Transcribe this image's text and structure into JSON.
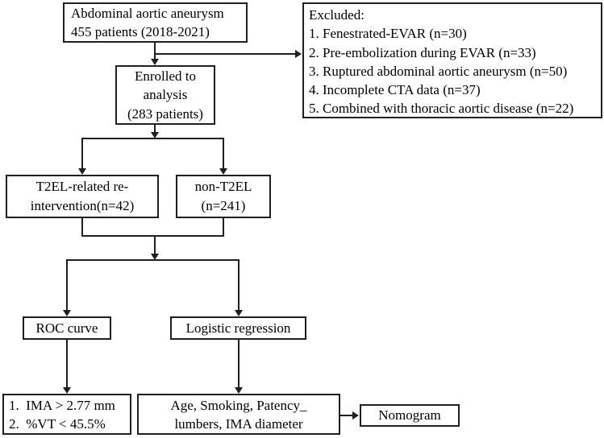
{
  "diagram": {
    "type": "flowchart",
    "colors": {
      "line": "#1f1f1f",
      "border": "#1f1f1f",
      "text": "#000000",
      "background": "#ffffff"
    },
    "nodes": {
      "aortic_aneurysm": {
        "lines": [
          "Abdominal aortic aneurysm",
          "455 patients (2018-2021)"
        ]
      },
      "excluded": {
        "lines": [
          "Excluded:",
          "1. Fenestrated-EVAR (n=30)",
          "2. Pre-embolization during EVAR (n=33)",
          "3. Ruptured abdominal aortic aneurysm (n=50)",
          "4. Incomplete CTA data (n=37)",
          "5. Combined with thoracic aortic disease (n=22)"
        ]
      },
      "enrolled": {
        "lines": [
          "Enrolled to",
          "analysis",
          "(283 patients)"
        ]
      },
      "t2el": {
        "lines": [
          "T2EL-related re-",
          "intervention(n=42)"
        ]
      },
      "non_t2el": {
        "lines": [
          "non-T2EL",
          "(n=241)"
        ]
      },
      "roc": {
        "lines": [
          "ROC curve"
        ]
      },
      "logistic": {
        "lines": [
          "Logistic regression"
        ]
      },
      "criteria": {
        "lines": [
          "1.  IMA > 2.77 mm",
          "2.  %VT < 45.5%"
        ]
      },
      "predictors": {
        "lines": [
          "Age, Smoking, Patency_",
          "lumbers, IMA diameter"
        ]
      },
      "nomogram": {
        "lines": [
          "Nomogram"
        ]
      }
    },
    "edges": [
      {
        "from": "aortic_aneurysm",
        "to": "excluded"
      },
      {
        "from": "aortic_aneurysm",
        "to": "enrolled"
      },
      {
        "from": "enrolled",
        "to": "t2el"
      },
      {
        "from": "enrolled",
        "to": "non_t2el"
      },
      {
        "from": "t2el,non_t2el",
        "to": "roc"
      },
      {
        "from": "t2el,non_t2el",
        "to": "logistic"
      },
      {
        "from": "roc",
        "to": "criteria"
      },
      {
        "from": "logistic",
        "to": "predictors"
      },
      {
        "from": "predictors",
        "to": "nomogram"
      }
    ]
  }
}
